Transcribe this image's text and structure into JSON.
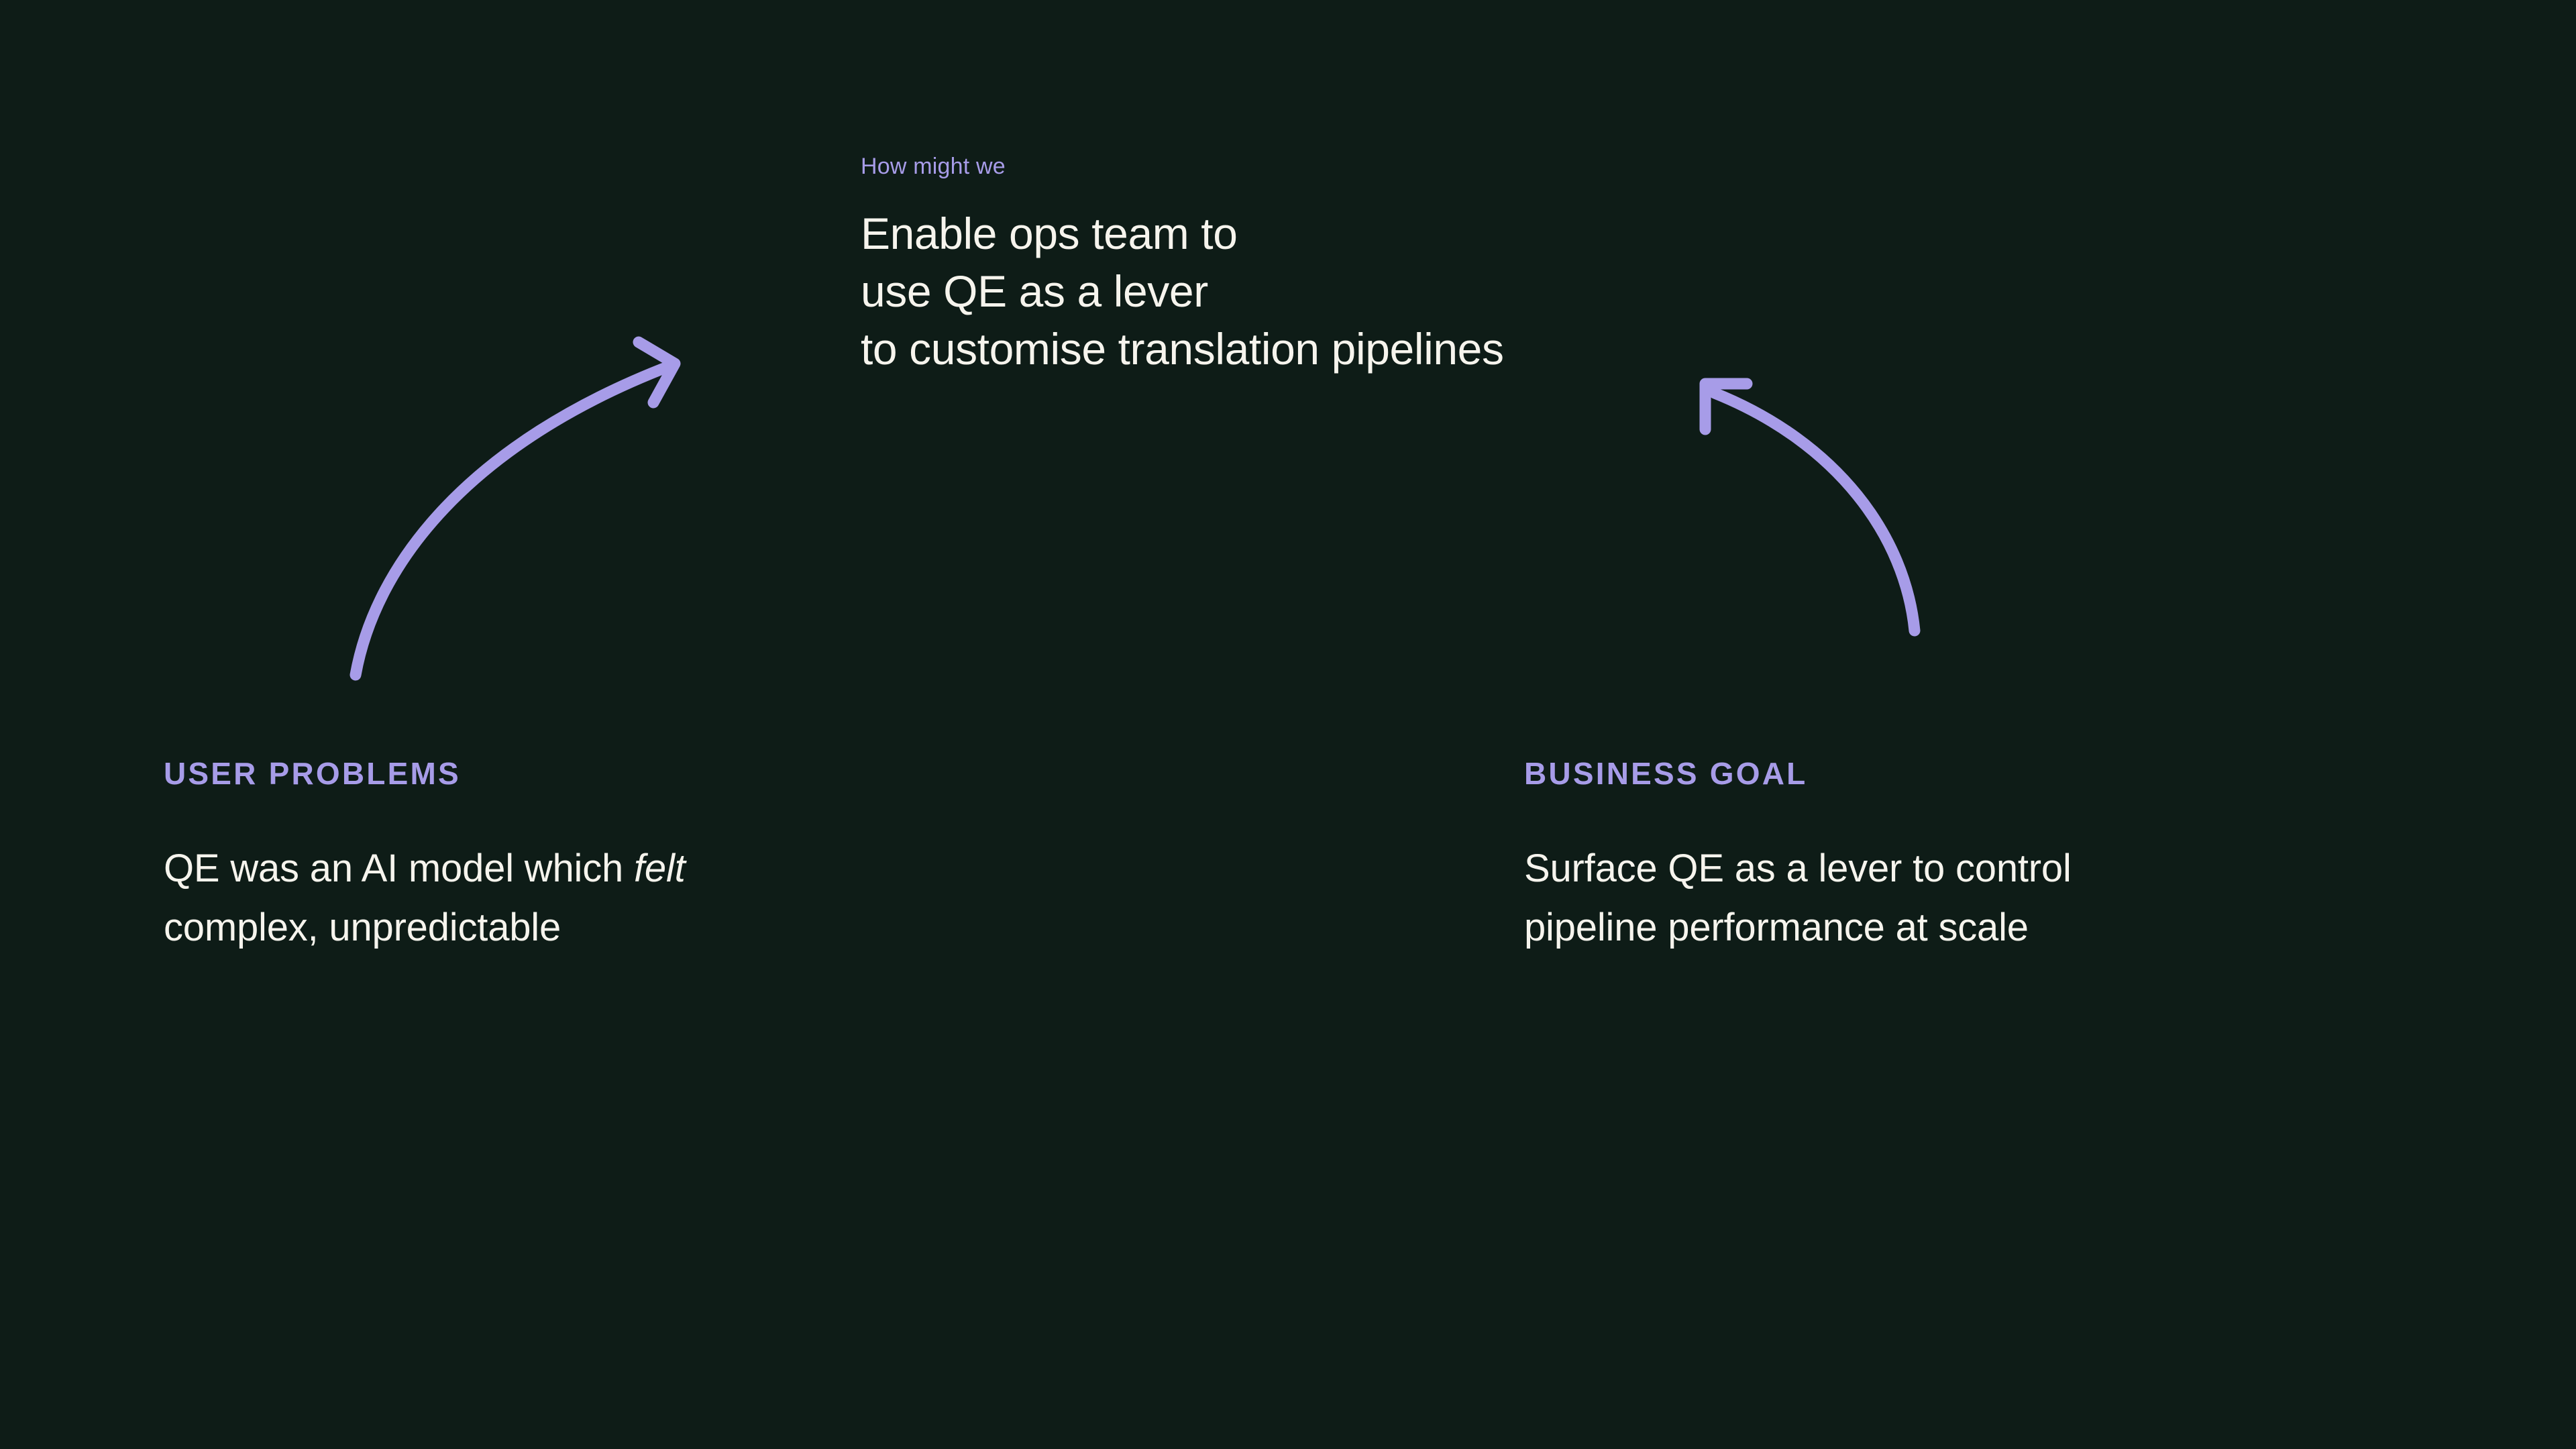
{
  "canvas": {
    "background_color": "#0e1c17",
    "accent_color": "#a79ce8",
    "text_color": "#f6f4ed"
  },
  "hmw": {
    "label": "How might we",
    "statement_lines": [
      "Enable ops team to",
      "use QE as a lever",
      "to customise translation pipelines"
    ]
  },
  "columns": [
    {
      "heading": "USER PROBLEMS",
      "body_lines": [
        {
          "pre": "QE was an AI model which ",
          "emphasis": "felt",
          "post": ""
        },
        {
          "pre": "complex, unpredictable",
          "emphasis": "",
          "post": ""
        }
      ]
    },
    {
      "heading": "BUSINESS GOAL",
      "body_lines": [
        {
          "pre": "Surface QE as a lever to control",
          "emphasis": "",
          "post": ""
        },
        {
          "pre": "pipeline performance at scale",
          "emphasis": "",
          "post": ""
        }
      ]
    }
  ],
  "arrows": [
    {
      "name": "arrow-user-problems-to-hmw",
      "direction": "up-right",
      "color": "#a79ce8"
    },
    {
      "name": "arrow-business-goal-to-hmw",
      "direction": "up-left",
      "color": "#a79ce8"
    }
  ]
}
